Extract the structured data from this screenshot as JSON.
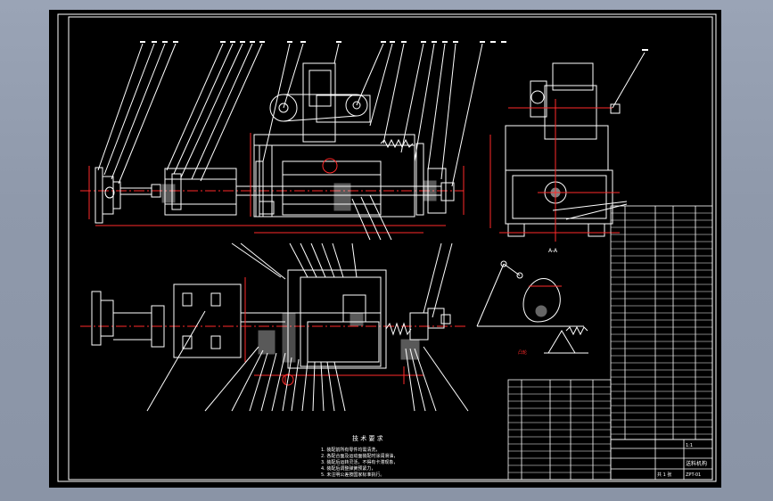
{
  "app": {
    "window_title": "",
    "background_color": "#000000",
    "viewport_color": "#9aa4b6"
  },
  "colors": {
    "frame": "#ffffff",
    "drawing": "#ffffff",
    "centerline": "#ff2a2a",
    "dimension": "#ff2a2a",
    "leader": "#ffffff"
  },
  "drawing": {
    "title": "",
    "notes_heading": "技 术 要 求",
    "notes": [
      "1. 装配前所有零件均需清洗，",
      "2. 各配合面及运动面装配时涂润滑油，",
      "3. 装配后运转灵活，不得有卡滞现象，",
      "4. 装配后调整弹簧预紧力，",
      "5. 未注明公差按国家标准执行。"
    ],
    "section_label": "A-A",
    "view_label": "A-A",
    "cam_label": "凸轮",
    "title_block": {
      "name": "送料机构",
      "scale": "1:1",
      "drawing_no": "ZPT-01",
      "sheet": "共 1 张"
    }
  }
}
